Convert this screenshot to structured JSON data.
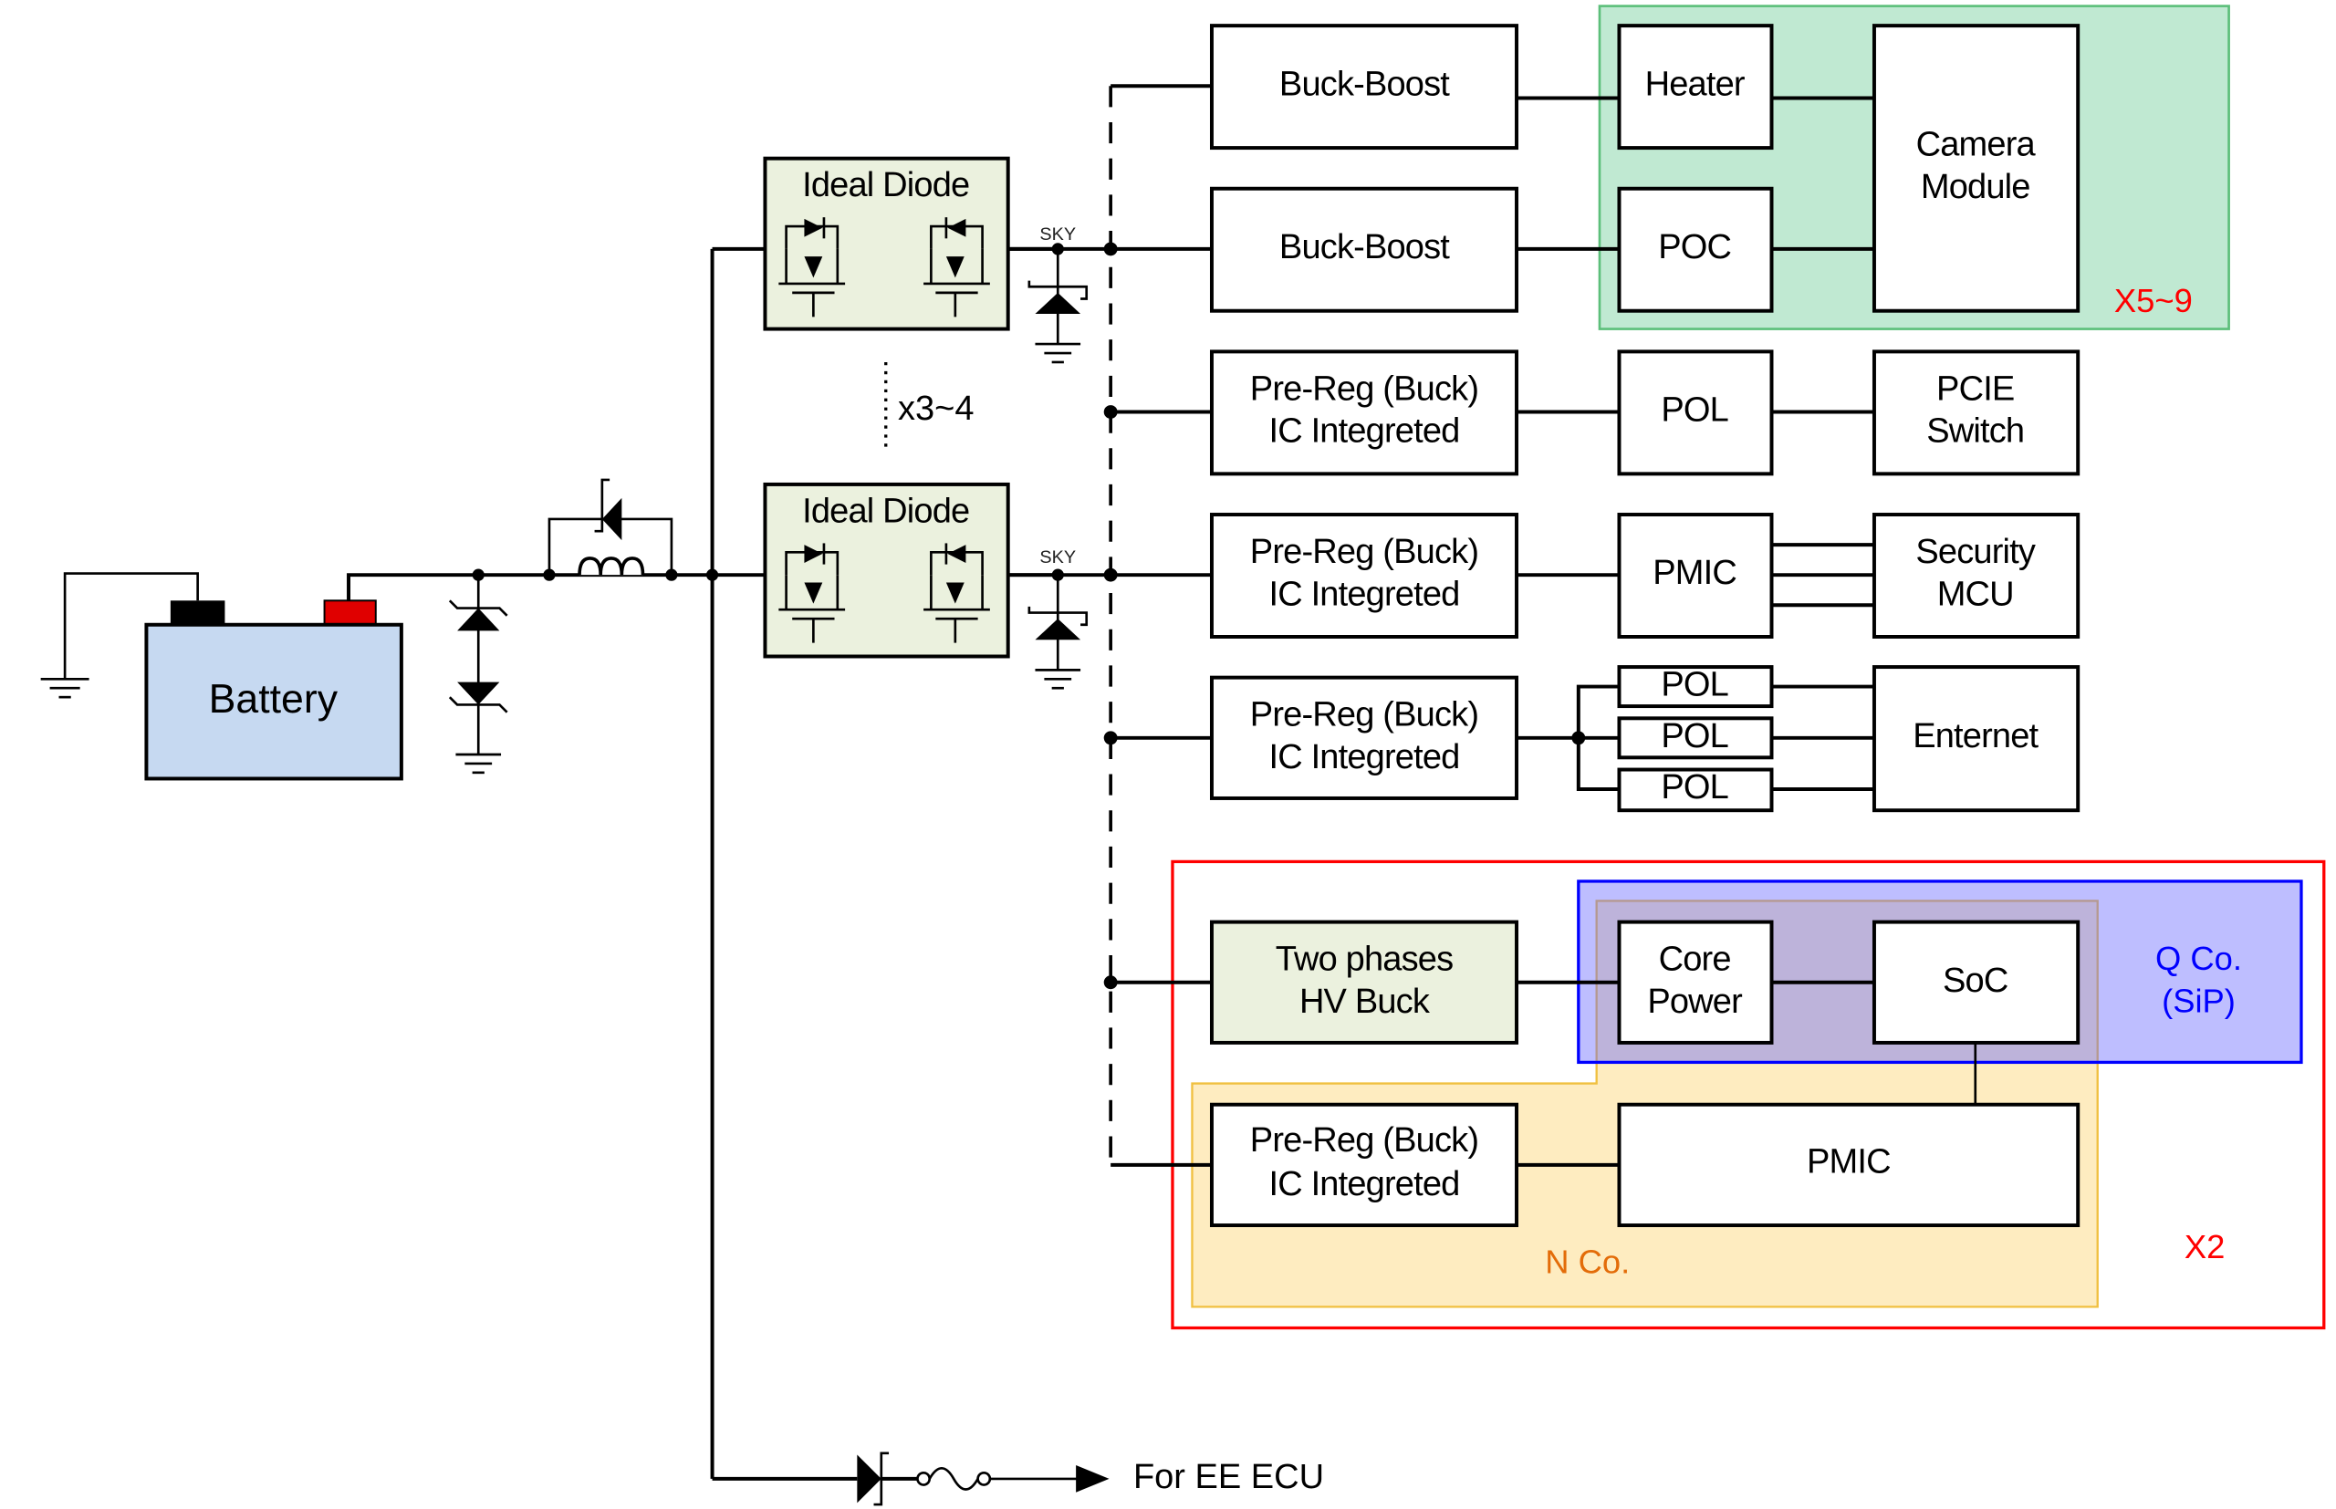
{
  "title": "Automotive ECU power architecture block diagram",
  "source": {
    "battery_label": "Battery",
    "terminal_colors": {
      "negative": "#000000",
      "positive": "#e00000"
    },
    "battery_fill": "#c6d9f1"
  },
  "ideal_diode": {
    "label": "Ideal Diode",
    "tvs_label": "SKY",
    "repeat_label": "x3~4",
    "fill": "#ebf1de"
  },
  "camera_group": {
    "repeat_label": "X5~9",
    "fill": "#c0e9d2",
    "border": "#5cbf7a",
    "rows": [
      {
        "converter": "Buck-Boost",
        "stage": "Heater"
      },
      {
        "converter": "Buck-Boost",
        "stage": "POC"
      }
    ],
    "load_line1": "Camera",
    "load_line2": "Module"
  },
  "rows": [
    {
      "converter_line1": "Pre-Reg (Buck)",
      "converter_line2": "IC Integreted",
      "stage": "POL",
      "load_line1": "PCIE",
      "load_line2": "Switch"
    },
    {
      "converter_line1": "Pre-Reg (Buck)",
      "converter_line2": "IC Integreted",
      "stage": "PMIC",
      "load_line1": "Security",
      "load_line2": "MCU"
    },
    {
      "converter_line1": "Pre-Reg (Buck)",
      "converter_line2": "IC Integreted",
      "stages": [
        "POL",
        "POL",
        "POL"
      ],
      "load": "Enternet"
    }
  ],
  "soc_group": {
    "repeat_label": "X2",
    "repeat_color": "#ff0000",
    "border": "#ff0000",
    "hv_buck_line1": "Two phases",
    "hv_buck_line2": "HV Buck",
    "core_power_line1": "Core",
    "core_power_line2": "Power",
    "soc": "SoC",
    "prereg_line1": "Pre-Reg (Buck)",
    "prereg_line2": "IC Integreted",
    "pmic": "PMIC",
    "q_co": {
      "line1": "Q Co.",
      "line2": "(SiP)",
      "color": "#0000ff",
      "fill": "#bfbfff"
    },
    "n_co": {
      "label": "N Co.",
      "color": "#e36c09",
      "fill": "#feecc0",
      "border": "#f0c040"
    }
  },
  "ee_ecu": {
    "label": "For EE ECU"
  }
}
